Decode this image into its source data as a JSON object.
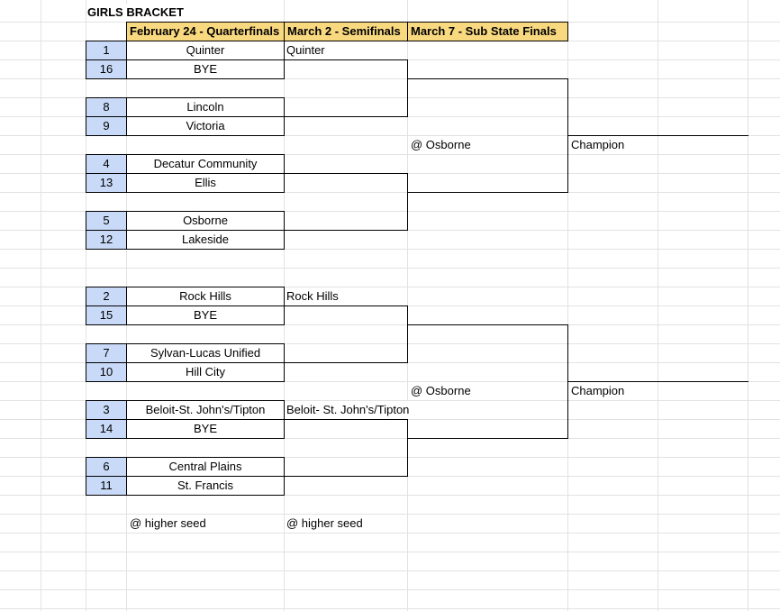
{
  "title": "GIRLS BRACKET",
  "headers": [
    "February 24 - Quarterfinals",
    "March 2 - Semifinals",
    "March 7 - Sub State Finals"
  ],
  "quarterfinals": [
    {
      "seed_top": "1",
      "team_top": "Quinter",
      "seed_bottom": "16",
      "team_bottom": "BYE"
    },
    {
      "seed_top": "8",
      "team_top": "Lincoln",
      "seed_bottom": "9",
      "team_bottom": "Victoria"
    },
    {
      "seed_top": "4",
      "team_top": "Decatur Community",
      "seed_bottom": "13",
      "team_bottom": "Ellis"
    },
    {
      "seed_top": "5",
      "team_top": "Osborne",
      "seed_bottom": "12",
      "team_bottom": "Lakeside"
    },
    {
      "seed_top": "2",
      "team_top": "Rock Hills",
      "seed_bottom": "15",
      "team_bottom": "BYE"
    },
    {
      "seed_top": "7",
      "team_top": "Sylvan-Lucas Unified",
      "seed_bottom": "10",
      "team_bottom": "Hill City"
    },
    {
      "seed_top": "3",
      "team_top": "Beloit-St. John's/Tipton",
      "seed_bottom": "14",
      "team_bottom": "BYE"
    },
    {
      "seed_top": "6",
      "team_top": "Central Plains",
      "seed_bottom": "11",
      "team_bottom": "St. Francis"
    }
  ],
  "semifinal_advancers": [
    "Quinter",
    "",
    "Rock Hills",
    "Beloit- St. John's/Tipton"
  ],
  "substate": {
    "host_top": "@ Osborne",
    "champion_top": "Champion",
    "host_bottom": "@ Osborne",
    "champion_bottom": "Champion"
  },
  "footnotes": {
    "quarterfinal_site": "@ higher seed",
    "semifinal_site": "@ higher seed"
  },
  "colors": {
    "header_bg": "#f9d980",
    "seed_bg": "#c9daf8",
    "gridline": "#e2e2e2",
    "border": "#000000"
  }
}
